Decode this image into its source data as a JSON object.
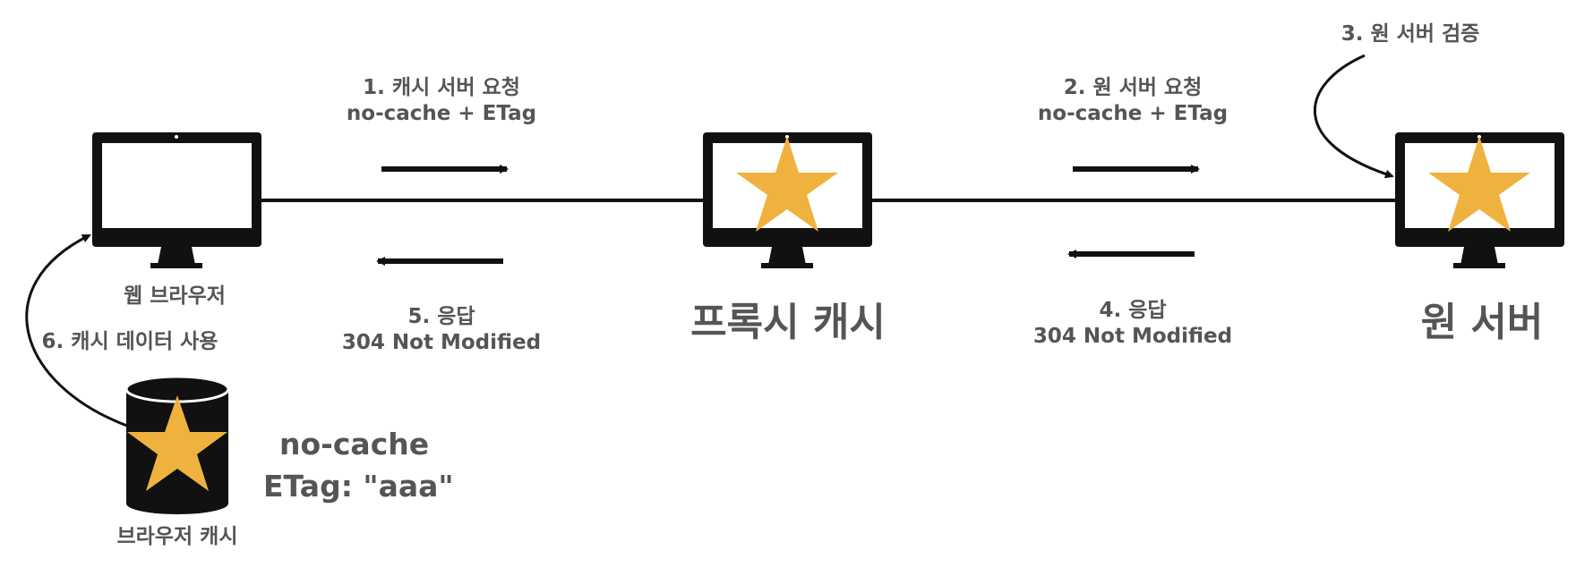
{
  "colors": {
    "accent_star": "#F0B23E",
    "ink": "#111111",
    "text": "#555555"
  },
  "icons": {
    "browser": "monitor-icon",
    "proxy": "monitor-star-icon",
    "origin": "monitor-star-icon",
    "browser_cache": "database-star-icon"
  },
  "nodes": {
    "browser": {
      "label": "웹 브라우저"
    },
    "proxy": {
      "label": "프록시 캐시"
    },
    "origin": {
      "label": "원 서버"
    },
    "browser_cache": {
      "label": "브라우저 캐시"
    }
  },
  "steps": {
    "s1": {
      "line1": "1. 캐시 서버 요청",
      "line2": "no-cache + ETag"
    },
    "s2": {
      "line1": "2. 원 서버 요청",
      "line2": "no-cache + ETag"
    },
    "s3": {
      "line1": "3. 원 서버 검증"
    },
    "s4": {
      "line1": "4. 응답",
      "line2": "304 Not Modified"
    },
    "s5": {
      "line1": "5. 응답",
      "line2": "304 Not Modified"
    },
    "s6": {
      "line1": "6. 캐시 데이터 사용"
    }
  },
  "cache_headers": {
    "line1": "no-cache",
    "line2": "ETag: \"aaa\""
  }
}
